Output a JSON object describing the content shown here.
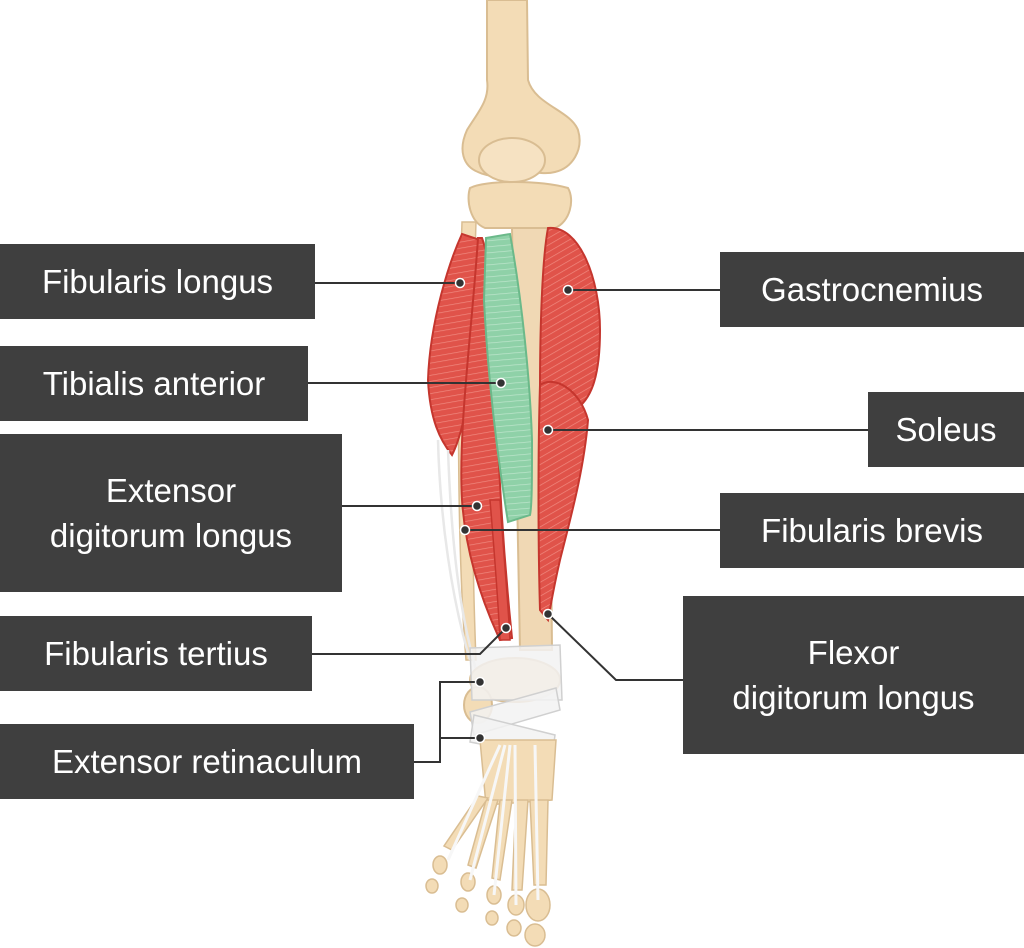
{
  "labels": {
    "fibularis_longus": "Fibularis longus",
    "tibialis_anterior": "Tibialis anterior",
    "extensor_digitorum_longus_1": "Extensor",
    "extensor_digitorum_longus_2": "digitorum longus",
    "fibularis_tertius": "Fibularis tertius",
    "extensor_retinaculum": "Extensor retinaculum",
    "gastrocnemius": "Gastrocnemius",
    "soleus": "Soleus",
    "fibularis_brevis": "Fibularis brevis",
    "flexor_digitorum_longus_1": "Flexor",
    "flexor_digitorum_longus_2": "digitorum longus"
  },
  "colors": {
    "label_background": "#3f3f3f",
    "label_text": "#ffffff",
    "leader_line": "#333333",
    "bone": "#f3dcb6",
    "muscle_red": "#e0534a",
    "muscle_green": "#8fd1a8",
    "retinaculum": "#f2f2f2"
  },
  "highlighted_structure": "tibialis-anterior"
}
